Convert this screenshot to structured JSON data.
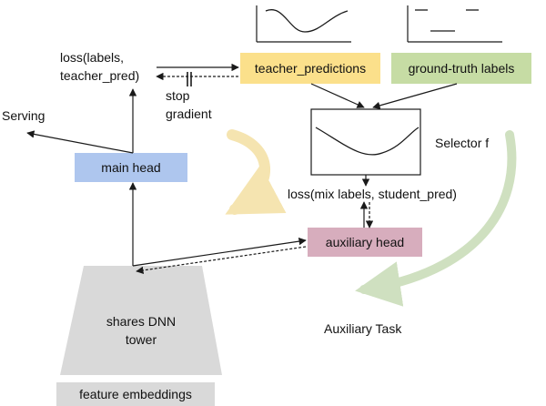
{
  "boxes": {
    "teacher_predictions": {
      "label": "teacher_predictions",
      "color": "#fbe08b"
    },
    "ground_truth_labels": {
      "label": "ground-truth labels",
      "color": "#c6dca4"
    },
    "main_head": {
      "label": "main head",
      "color": "#aec6ee"
    },
    "auxiliary_head": {
      "label": "auxiliary head",
      "color": "#d7adbd"
    },
    "tower": {
      "line1": "shares DNN",
      "line2": "tower",
      "color": "#d9d9d9"
    },
    "feature_embeddings": {
      "label": "feature embeddings",
      "color": "#d9d9d9"
    }
  },
  "labels": {
    "loss_teacher_line1": "loss(labels,",
    "loss_teacher_line2": "teacher_pred)",
    "stop_gradient_line1": "stop",
    "stop_gradient_line2": "gradient",
    "serving": "Serving",
    "selector": "Selector f",
    "loss_mix": "loss(mix labels, student_pred)",
    "auxiliary_task": "Auxiliary Task"
  },
  "colors": {
    "line": "#1a1a1a",
    "arc_yellow": "#f5e4b0",
    "arc_green": "#cfe0c0"
  }
}
